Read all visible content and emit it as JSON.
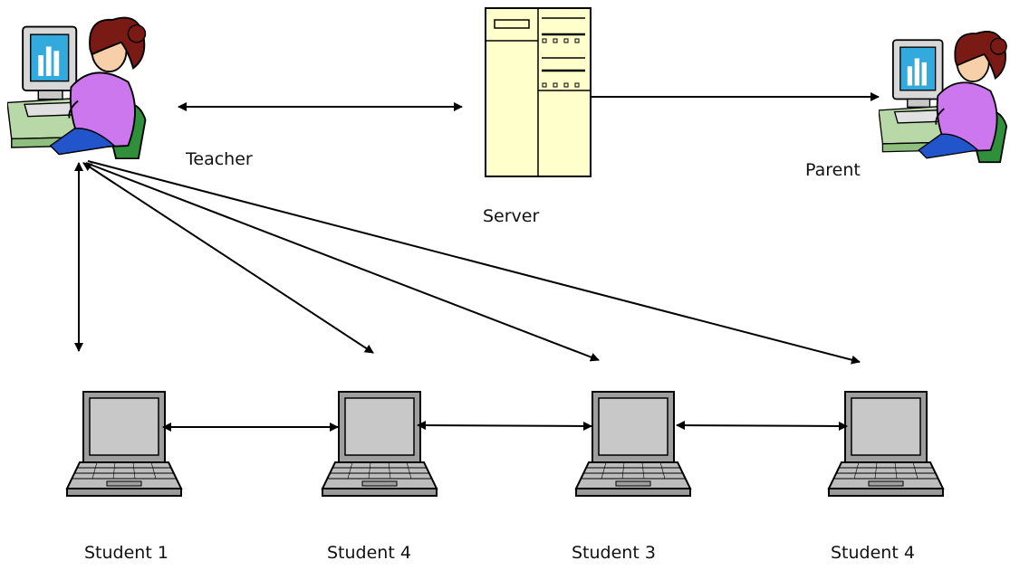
{
  "labels": {
    "teacher": "Teacher",
    "server": "Server",
    "parent": "Parent",
    "student_a": "Student 1",
    "student_b": "Student 4",
    "student_c": "Student 3",
    "student_d": "Student 4"
  },
  "icons": {
    "teacher": "person-at-computer-icon",
    "parent": "person-at-computer-icon",
    "server": "server-tower-icon",
    "students": "laptop-icon"
  },
  "colors": {
    "server_fill": "#ffffcc",
    "shirt": "#cc77ee",
    "hair": "#7a1a14",
    "skin": "#f7cfa8",
    "chair": "#2f8f3a",
    "monitor_screen": "#33aadd",
    "laptop_body": "#bdbdbd",
    "laptop_screen": "#c8c8c8",
    "desk": "#b8d8a8"
  }
}
